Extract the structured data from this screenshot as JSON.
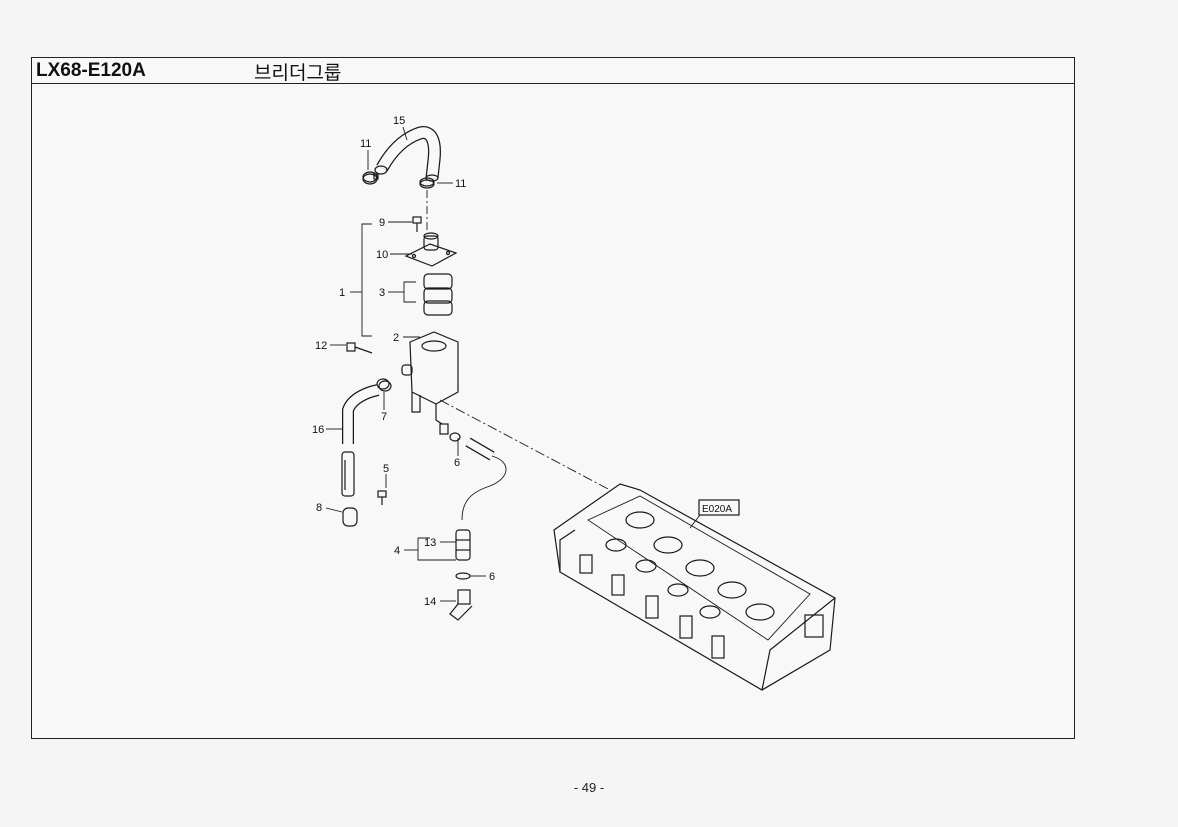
{
  "header": {
    "code": "LX68-E120A",
    "title": "브리더그룹"
  },
  "callouts": {
    "c1": "1",
    "c2": "2",
    "c3": "3",
    "c4": "4",
    "c5": "5",
    "c6a": "6",
    "c6b": "6",
    "c7": "7",
    "c8": "8",
    "c9": "9",
    "c10": "10",
    "c11a": "11",
    "c11b": "11",
    "c12": "12",
    "c13": "13",
    "c14": "14",
    "c15": "15",
    "c16": "16"
  },
  "reference": {
    "label": "E020A"
  },
  "footer": {
    "page": "- 49 -"
  }
}
